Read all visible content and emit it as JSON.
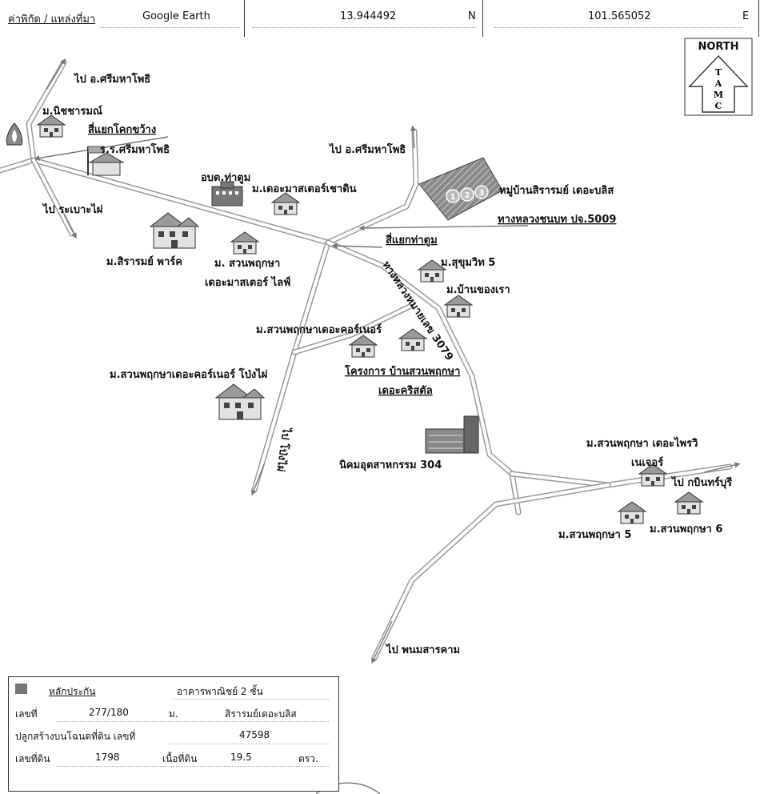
{
  "header": {
    "label": "ค่าพิกัด / แหล่งที่มา",
    "source": "Google Earth",
    "lat": "13.944492",
    "lat_dir": "N",
    "lon": "101.565052",
    "lon_dir": "E"
  },
  "compass": {
    "north": "NORTH",
    "letters": [
      "T",
      "A",
      "M",
      "C"
    ]
  },
  "labels": {
    "to_srimahaphot_top": "ไป อ.ศรีมหาโพธิ",
    "nitcharom": "ม.นิชชารมณ์",
    "kok_khwang": "สี่แยกโคกขว้าง",
    "school": "ร.ร.ศรีมหาโพธิ",
    "to_rabao_phai": "ไป ระเบาะไผ่",
    "obt_tha_tum": "อบต.ท่าตูม",
    "master_chao_din": "ม.เดอะมาสเตอร์เชาดิน",
    "to_srimahaphot_mid": "ไป อ.ศรีมหาโพธิ",
    "subject_village": "หมู่บ้านสิรารมย์ เดอะบลิส",
    "rural_road": "ทางหลวงชนบท ปจ.5009",
    "tha_tum_junction": "สี่แยกท่าตูม",
    "sirarom_park": "ม.สิรารมย์ พาร์ค",
    "suan_pruksa_master_life_1": "ม. สวนพฤกษา",
    "suan_pruksa_master_life_2": "เดอะมาสเตอร์ ไลฟ์",
    "sukhumvit5": "ม.สุขุมวิท 5",
    "highway3079": "ทางหลวงหมายเลข 3079",
    "ban_khong_rao": "ม.บ้านของเรา",
    "suan_pruksa_corner": "ม.สวนพฤกษาเดอะคอร์เนอร์",
    "suan_pruksa_corner_pong_phai": "ม.สวนพฤกษาเดอะคอร์เนอร์ โป่งไผ่",
    "crystal_project_1": "โครงการ บ้านสวนพฤกษา",
    "crystal_project_2": "เดอะคริสตัล",
    "to_pong_phai": "ไป โป่งไผ่",
    "industrial_304": "นิคมอุตสาหกรรม 304",
    "suan_pruksa_privi_1": "ม.สวนพฤกษา เดอะไพรวิ",
    "suan_pruksa_privi_2": "เนเจอร์",
    "to_prachinburi": "ไป กบินทร์บุรี",
    "suan_pruksa5": "ม.สวนพฤกษา 5",
    "suan_pruksa6": "ม.สวนพฤกษา 6",
    "to_phanom_sarakham": "ไป พนมสารคาม",
    "plot_numbers": [
      "1",
      "2",
      "3"
    ]
  },
  "info": {
    "collateral_label": "หลักประกัน",
    "building_type": "อาคารพาณิชย์ 2 ชั้น",
    "no_label": "เลขที่",
    "no_value": "277/180",
    "village_label": "ม.",
    "village_value": "สิรารมย์เดอะบลิส",
    "deed_label": "ปลูกสร้างบนโฉนดที่ดิน เลขที่",
    "deed_value": "47598",
    "land_no_label": "เลขที่ดิน",
    "land_no_value": "1798",
    "area_label": "เนื้อที่ดิน",
    "area_value": "19.5",
    "area_unit": "ตรว."
  },
  "colors": {
    "road_outline": "#9a9a9a",
    "plot_fill": "#8a8a8a",
    "building_fill": "#777777"
  }
}
